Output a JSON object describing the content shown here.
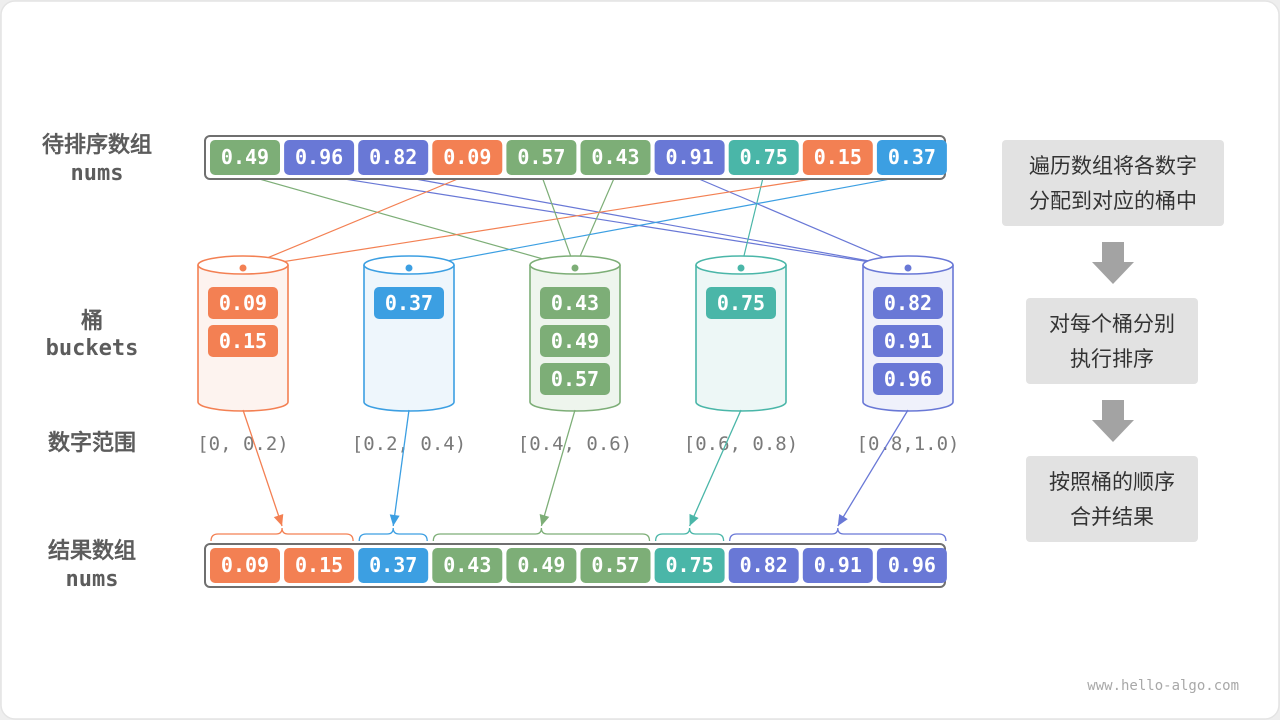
{
  "labels": {
    "input_line1": "待排序数组",
    "input_line2": "nums",
    "buckets_line1": "桶",
    "buckets_line2": "buckets",
    "range_label": "数字范围",
    "result_line1": "结果数组",
    "result_line2": "nums"
  },
  "colors": {
    "orange": "#f38053",
    "blue": "#3c9fe2",
    "green": "#7dae77",
    "teal": "#4ab6a8",
    "purple": "#6978d6",
    "orange_light": "#fdf3ef",
    "blue_light": "#eef6fc",
    "green_light": "#eef5ed",
    "teal_light": "#edf7f6",
    "purple_light": "#eff1fb",
    "step_bg": "#e2e2e2",
    "arrow": "#a3a3a3"
  },
  "input": [
    {
      "value": "0.49",
      "bucket": 2
    },
    {
      "value": "0.96",
      "bucket": 4
    },
    {
      "value": "0.82",
      "bucket": 4
    },
    {
      "value": "0.09",
      "bucket": 0
    },
    {
      "value": "0.57",
      "bucket": 2
    },
    {
      "value": "0.43",
      "bucket": 2
    },
    {
      "value": "0.91",
      "bucket": 4
    },
    {
      "value": "0.75",
      "bucket": 3
    },
    {
      "value": "0.15",
      "bucket": 0
    },
    {
      "value": "0.37",
      "bucket": 1
    }
  ],
  "buckets": [
    {
      "color": "orange",
      "range": "[0, 0.2)",
      "items": [
        "0.09",
        "0.15"
      ]
    },
    {
      "color": "blue",
      "range": "[0.2, 0.4)",
      "items": [
        "0.37"
      ]
    },
    {
      "color": "green",
      "range": "[0.4, 0.6)",
      "items": [
        "0.43",
        "0.49",
        "0.57"
      ]
    },
    {
      "color": "teal",
      "range": "[0.6, 0.8)",
      "items": [
        "0.75"
      ]
    },
    {
      "color": "purple",
      "range": "[0.8,1.0)",
      "items": [
        "0.82",
        "0.91",
        "0.96"
      ]
    }
  ],
  "result": [
    {
      "value": "0.09",
      "bucket": 0
    },
    {
      "value": "0.15",
      "bucket": 0
    },
    {
      "value": "0.37",
      "bucket": 1
    },
    {
      "value": "0.43",
      "bucket": 2
    },
    {
      "value": "0.49",
      "bucket": 2
    },
    {
      "value": "0.57",
      "bucket": 2
    },
    {
      "value": "0.75",
      "bucket": 3
    },
    {
      "value": "0.82",
      "bucket": 4
    },
    {
      "value": "0.91",
      "bucket": 4
    },
    {
      "value": "0.96",
      "bucket": 4
    }
  ],
  "steps": [
    {
      "line1": "遍历数组将各数字",
      "line2": "分配到对应的桶中"
    },
    {
      "line1": "对每个桶分别",
      "line2": "执行排序"
    },
    {
      "line1": "按照桶的顺序",
      "line2": "合并结果"
    }
  ],
  "watermark": "www.hello-algo.com"
}
